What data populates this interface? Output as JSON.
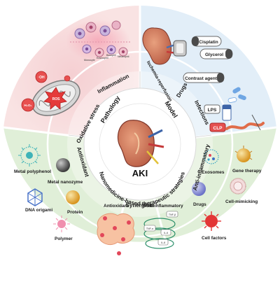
{
  "center": {
    "title": "AKI"
  },
  "sections": {
    "pathology": "Pathology",
    "model": "Model",
    "strategies": "Nanomedicine-based therapeutic strategies"
  },
  "ring": {
    "oxidative_stress": "Oxidative stress",
    "inflammation": "Inflammation",
    "ischemia": "Ischemia-reperfusion",
    "drugs": "Drugs",
    "infections": "Infections",
    "antioxidant": "Antioxidant",
    "synergism": "Synergism",
    "anti_inflammatory": "Anti-inflammatory"
  },
  "outer": {
    "oh": "·OH",
    "h2o2": "H₂O₂",
    "ros": "ROS",
    "monocyte": "Monocyte",
    "eosinophil": "Eosinophil",
    "basophil": "Basophil",
    "neutrophil": "Neutrophil",
    "cisplatin": "Cisplatin",
    "glycerol": "Glycerol",
    "contrast_agent": "Contrast agent",
    "lps": "LPS",
    "clp": "CLP",
    "metal_polyphenol": "Metal polyphenol",
    "metal_nanozyme": "Metal nanozyme",
    "dna_origami": "DNA origami",
    "protein": "Protein",
    "polymer": "Polymer",
    "syn_antioxidant": "Antioxidant",
    "syn_anti_inflammatory": "Anti-inflammatory",
    "tnf": "TNF-β",
    "tnf_a": "TNF-α",
    "il6": "IL-6",
    "il8": "IL-8",
    "exosomes": "Exosomes",
    "gene_therapy": "Gene therapy",
    "ai_drugs": "Drugs",
    "cell_mimicking": "Cell-mimicking",
    "cell_factors": "Cell factors"
  },
  "colors": {
    "pathology_bg": "#f8dede",
    "model_bg": "#e2eef8",
    "strategy_bg": "#e0efd8",
    "ring_bg": "#ffffff",
    "divider": "#ffffff"
  }
}
